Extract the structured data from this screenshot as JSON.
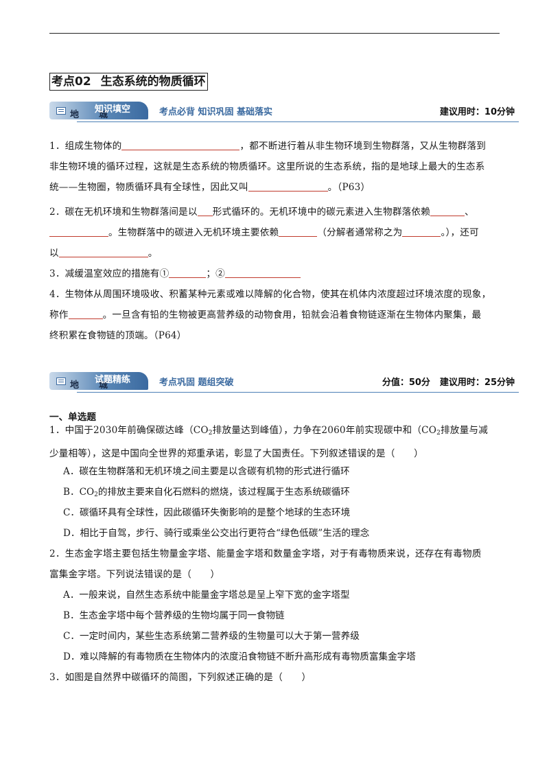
{
  "section": {
    "title_a": "考点02",
    "title_b": "生态系统的物质循环"
  },
  "banner1": {
    "tag_under": "地　城",
    "tag": "知识填空",
    "subtitle": "考点必背 知识巩固 基础落实",
    "time": "建议用时：10分钟"
  },
  "banner2": {
    "tag_under": "地　城",
    "tag": "试题精练",
    "subtitle": "考点巩固 题组突破",
    "score": "分值：50分",
    "time": "建议用时：25分钟"
  },
  "fill": {
    "q1": {
      "a": "1．组成生物体的",
      "b": "，都不断进行着从非生物环境到生物群落，又从生物群落到",
      "c": "非生物环境的循环过程，这就是生态系统的物质循环。这里所说的生态系统，指的是地球上最大的生态系",
      "d": "统——生物圈，物质循环具有全球性，因此又叫",
      "e": "。（P63）"
    },
    "q2": {
      "a": "2．碳在无机环境和生物群落间是以",
      "b": "形式循环的。无机环境中的碳元素进入生物群落依赖",
      "c": "、",
      "d": "。生物群落中的碳进入无机环境主要依赖",
      "e": "（分解者通常称之为",
      "f": "。），还可",
      "g": "以",
      "h": "。"
    },
    "q3": {
      "a": "3．减缓温室效应的措施有①",
      "b": "；②"
    },
    "q4": {
      "a": "4．生物体从周围环境吸收、积蓄某种元素或难以降解的化合物，使其在机体内浓度超过环境浓度的现象，",
      "b": "称作",
      "c": "。一旦含有铅的生物被更高营养级的动物食用，铅就会沿着食物链逐渐在生物体内聚集，最",
      "d": "终积累在食物链的顶端。（P64）"
    }
  },
  "exercise": {
    "heading": "一、单选题",
    "q1": {
      "a": "1．中国于2030年前确保碳达峰（CO",
      "sub": "2",
      "b": "排放量达到峰值），力争在2060年前实现碳中和（CO",
      "c": "排放量与减",
      "d": "少量相等），这是中国向全世界的郑重承诺，彰显了大国责任。下列叙述错误的是（　　）",
      "A": "A．碳在生物群落和无机环境之间主要是以含碳有机物的形式进行循环",
      "B1": "B．CO",
      "B2": "的排放主要来自化石燃料的燃烧，该过程属于生态系统碳循环",
      "C": "C．碳循环具有全球性，因此碳循环失衡影响的是整个地球的生态环境",
      "D": "D．相比于自驾，步行、骑行或乘坐公交出行更符合“绿色低碳”生活的理念"
    },
    "q2": {
      "a": "2．生态金字塔主要包括生物量金字塔、能量金字塔和数量金字塔，对于有毒物质来说，还存在有毒物质",
      "b": "富集金字塔。下列说法错误的是（　　）",
      "A": "A．一般来说，自然生态系统中能量金字塔总是呈上窄下宽的金字塔型",
      "B": "B．生态金字塔中每个营养级的生物均属于同一食物链",
      "C": "C．一定时间内，某些生态系统第二营养级的生物量可以大于第一营养级",
      "D": "D．难以降解的有毒物质在生物体内的浓度沿食物链不断升高形成有毒物质富集金字塔"
    },
    "q3": {
      "a": "3．如图是自然界中碳循环的简图，下列叙述正确的是（　　）"
    }
  }
}
